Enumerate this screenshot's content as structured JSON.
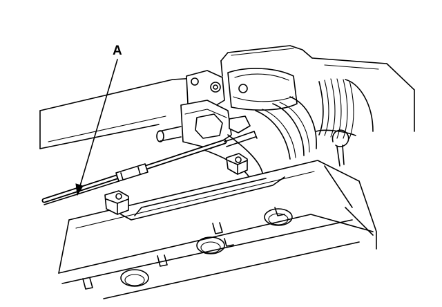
{
  "diagram": {
    "callouts": [
      {
        "id": "A",
        "label": "A",
        "target": "throttle-cable"
      }
    ]
  }
}
